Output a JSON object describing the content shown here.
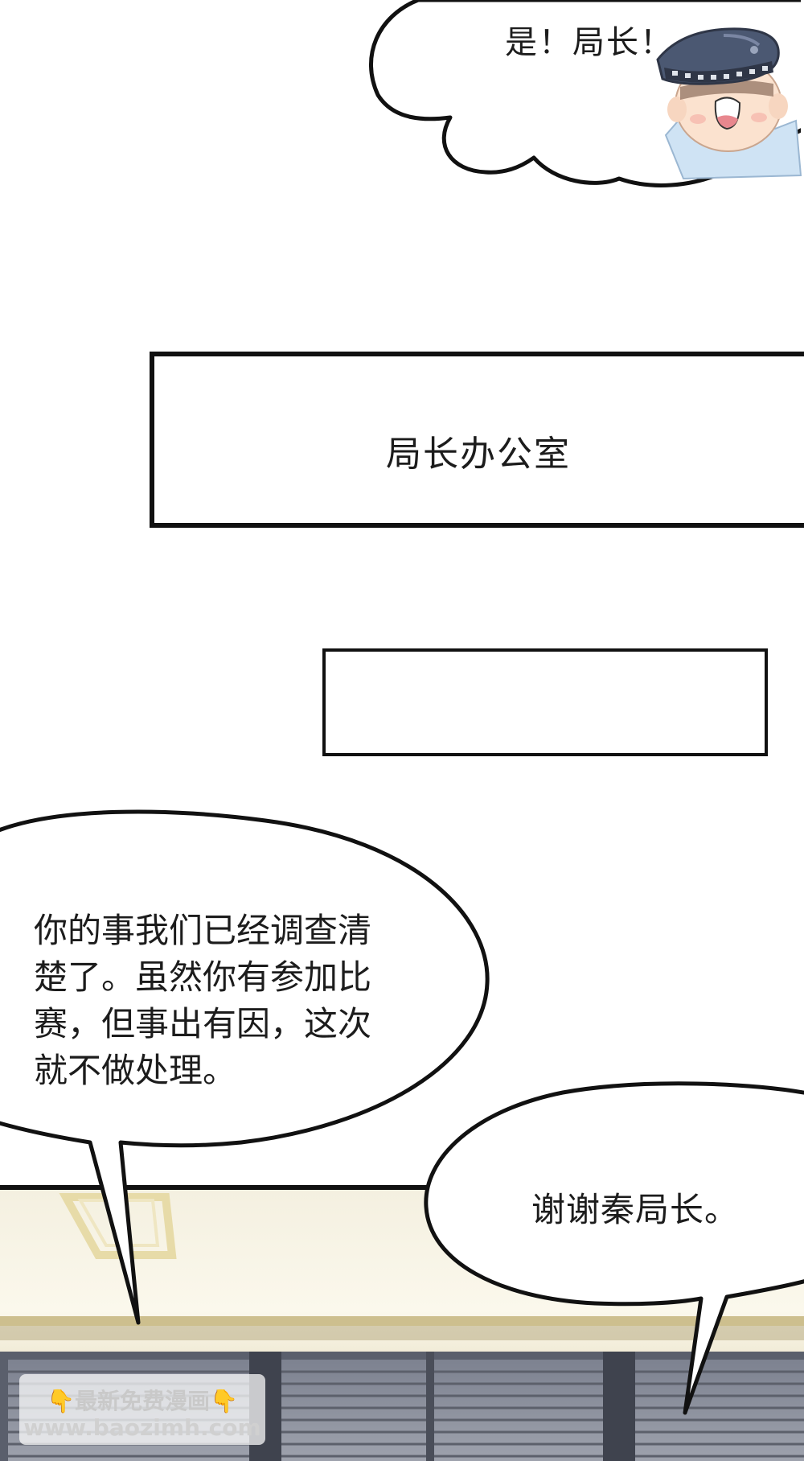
{
  "panels": {
    "top_bubble": {
      "speech": "是！局长！"
    },
    "caption_box": {
      "text": "局长办公室"
    },
    "left_bubble": {
      "lines": [
        "你的事我们已经调查清",
        "楚了。虽然你有参加比",
        "赛，但事出有因，这次",
        "就不做处理。"
      ]
    },
    "right_bubble": {
      "speech": "谢谢秦局长。"
    }
  },
  "watermark": {
    "line1": "最新免费漫画",
    "line2": "www.baozimh.com",
    "hand_icon": "👇"
  },
  "colors": {
    "ink": "#111111",
    "paper": "#ffffff",
    "uniform_blue": "#4b5872",
    "shirt_blue": "#cfe3f4"
  }
}
